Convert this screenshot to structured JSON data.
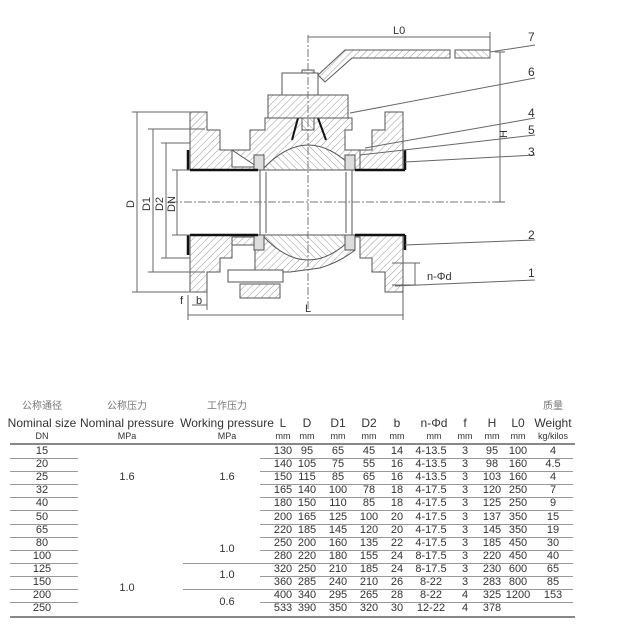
{
  "drawing": {
    "dimension_labels": {
      "L0": "L0",
      "H": "H",
      "D": "D",
      "D1": "D1",
      "D2": "D2",
      "DN": "DN",
      "f": "f",
      "b": "b",
      "L": "L",
      "n_phi_d": "n-Φd"
    },
    "part_callouts": [
      "7",
      "6",
      "4",
      "5",
      "3",
      "2",
      "1"
    ]
  },
  "table": {
    "headers": {
      "dn": {
        "cn": "公称通径",
        "en": "Nominal size",
        "unit": "DN"
      },
      "nominal_pressure": {
        "cn": "公称压力",
        "en": "Nominal pressure",
        "unit": "MPa"
      },
      "working_pressure": {
        "cn": "工作压力",
        "en": "Working pressure",
        "unit": "MPa"
      },
      "L": {
        "en": "L",
        "unit": "mm"
      },
      "D": {
        "en": "D",
        "unit": "mm"
      },
      "D1": {
        "en": "D1",
        "unit": "mm"
      },
      "D2": {
        "en": "D2",
        "unit": "mm"
      },
      "b": {
        "en": "b",
        "unit": "mm"
      },
      "nphid": {
        "en": "n-Φd",
        "unit": "mm"
      },
      "f": {
        "en": "f",
        "unit": "mm"
      },
      "H": {
        "en": "H",
        "unit": "mm"
      },
      "L0": {
        "en": "L0",
        "unit": "mm"
      },
      "weight": {
        "cn": "质量",
        "en": "Weight",
        "unit": "kg/kilos"
      }
    },
    "nominal_pressure_groups": [
      {
        "value": "1.6",
        "rows": [
          0,
          6
        ]
      },
      {
        "value": "1.0",
        "rows": [
          7,
          12
        ]
      }
    ],
    "working_pressure_groups": [
      {
        "value": "1.6",
        "rows": [
          0,
          6
        ]
      },
      {
        "value": "1.0",
        "rows": [
          7,
          8
        ]
      },
      {
        "value": "1.0",
        "rows": [
          9,
          10
        ]
      },
      {
        "value": "0.6",
        "rows": [
          11,
          12
        ]
      }
    ],
    "rows": [
      {
        "dn": "15",
        "L": "130",
        "D": "95",
        "D1": "65",
        "D2": "45",
        "b": "14",
        "nphid": "4-13.5",
        "f": "3",
        "H": "95",
        "L0": "100",
        "weight": "4"
      },
      {
        "dn": "20",
        "L": "140",
        "D": "105",
        "D1": "75",
        "D2": "55",
        "b": "16",
        "nphid": "4-13.5",
        "f": "3",
        "H": "98",
        "L0": "160",
        "weight": "4.5"
      },
      {
        "dn": "25",
        "L": "150",
        "D": "115",
        "D1": "85",
        "D2": "65",
        "b": "16",
        "nphid": "4-13.5",
        "f": "3",
        "H": "103",
        "L0": "160",
        "weight": "4"
      },
      {
        "dn": "32",
        "L": "165",
        "D": "140",
        "D1": "100",
        "D2": "78",
        "b": "18",
        "nphid": "4-17.5",
        "f": "3",
        "H": "120",
        "L0": "250",
        "weight": "7"
      },
      {
        "dn": "40",
        "L": "180",
        "D": "150",
        "D1": "110",
        "D2": "85",
        "b": "18",
        "nphid": "4-17.5",
        "f": "3",
        "H": "125",
        "L0": "250",
        "weight": "9"
      },
      {
        "dn": "50",
        "L": "200",
        "D": "165",
        "D1": "125",
        "D2": "100",
        "b": "20",
        "nphid": "4-17.5",
        "f": "3",
        "H": "137",
        "L0": "350",
        "weight": "15"
      },
      {
        "dn": "65",
        "L": "220",
        "D": "185",
        "D1": "145",
        "D2": "120",
        "b": "20",
        "nphid": "4-17.5",
        "f": "3",
        "H": "145",
        "L0": "350",
        "weight": "19"
      },
      {
        "dn": "80",
        "L": "250",
        "D": "200",
        "D1": "160",
        "D2": "135",
        "b": "22",
        "nphid": "4-17.5",
        "f": "3",
        "H": "185",
        "L0": "450",
        "weight": "30"
      },
      {
        "dn": "100",
        "L": "280",
        "D": "220",
        "D1": "180",
        "D2": "155",
        "b": "24",
        "nphid": "8-17.5",
        "f": "3",
        "H": "220",
        "L0": "450",
        "weight": "40"
      },
      {
        "dn": "125",
        "L": "320",
        "D": "250",
        "D1": "210",
        "D2": "185",
        "b": "24",
        "nphid": "8-17.5",
        "f": "3",
        "H": "230",
        "L0": "600",
        "weight": "65"
      },
      {
        "dn": "150",
        "L": "360",
        "D": "285",
        "D1": "240",
        "D2": "210",
        "b": "26",
        "nphid": "8-22",
        "f": "3",
        "H": "283",
        "L0": "800",
        "weight": "85"
      },
      {
        "dn": "200",
        "L": "400",
        "D": "340",
        "D1": "295",
        "D2": "265",
        "b": "28",
        "nphid": "8-22",
        "f": "4",
        "H": "325",
        "L0": "1200",
        "weight": "153"
      },
      {
        "dn": "250",
        "L": "533",
        "D": "390",
        "D1": "350",
        "D2": "320",
        "b": "30",
        "nphid": "12-22",
        "f": "4",
        "H": "378",
        "L0": "",
        "weight": ""
      }
    ]
  }
}
